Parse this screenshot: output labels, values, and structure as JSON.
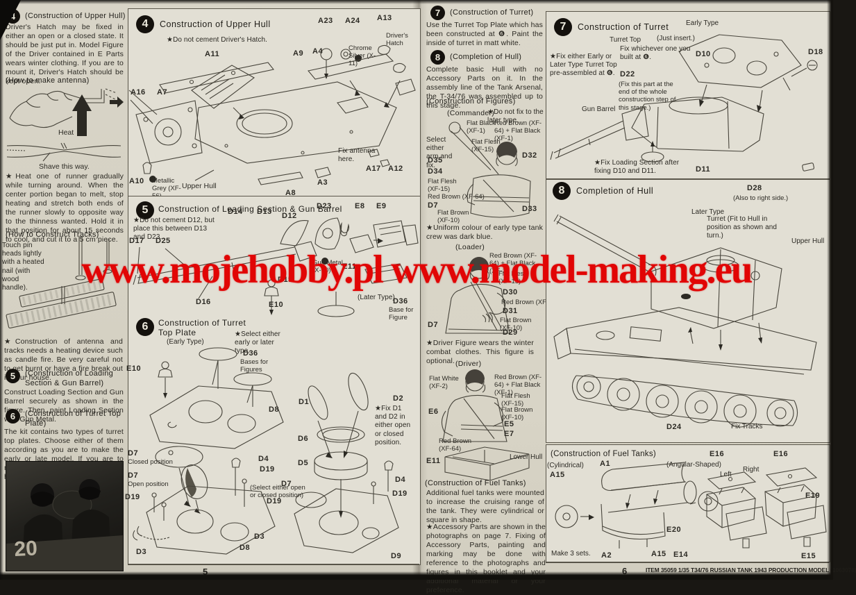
{
  "watermark": {
    "text": "www.mojehobby.pl www.model-making.eu",
    "color": "#e10505"
  },
  "footer": {
    "left_page_number": "5",
    "right_page_number": "6",
    "item_line": "ITEM 35059  1/35 T34/76 RUSSIAN TANK 1943 PRODUCTION MODEL (1063078)"
  },
  "left": {
    "col": {
      "s4_num": "4",
      "s4_title": "(Construction of Upper Hull)",
      "s4_body": "Driver's Hatch may be fixed in either an open or a closed state. It should be just put in.  Model Figure of the Driver contained in E Parts wears winter clothing.  If you are to mount it, Driver's Hatch should be kept open.",
      "antenna_heading": "(How to make antenna)",
      "heat_label": "Heat",
      "shave_label": "Shave this way.",
      "heat_note": "★Heat one of runner gradually while turning around.  When the center portion began to melt, stop heating and stretch both ends of the runner slowly to opposite way to the thinness wanted. Hold it in that position for about 15 seconds to cool, and cut it to a 5 cm piece.",
      "tracks_heading": "(How to Construct Tracks)",
      "pin_note": "Touch pin heads lightly with a heated nail (with wood handle).",
      "fire_note": "★Construction of antenna and tracks needs a heating device such as candle fire.  Be very careful not to get burnt or have a fire break out in your house.",
      "s5_num": "5",
      "s5_title": "(Construction of Loading Section & Gun Barrel)",
      "s5_body": "Construct Loading Section and Gun Barrel securely as shown in the figure. Then, paint Loading Section with Gun Metal.",
      "s6_num": "6",
      "s6_title": "(Construction of Turret Top Plate)",
      "s6_body": "The kit contains two types of turret top plates.  Choose either of them according as you are to make the early or late model.  If you are to mount Model Figures, be sure to fix hatches in an open state.",
      "photo_marking": "20"
    },
    "s4": {
      "num": "4",
      "title": "Construction of Upper Hull",
      "note": "★Do not cement Driver's Hatch.",
      "a23": "A23",
      "a24": "A24",
      "a13": "A13",
      "hatch": "Driver's Hatch",
      "a11": "A11",
      "a4": "A4",
      "a9": "A9",
      "a16": "A16",
      "a7": "A7",
      "chrome": "Chrome Silver (X-11)",
      "a10": "A10",
      "grey": "Metallic Grey (XF-56)",
      "upper_hull": "Upper Hull",
      "fix_antenna": "Fix antenna here.",
      "a17": "A17",
      "a12": "A12",
      "a3": "A3",
      "a8": "A8"
    },
    "s5": {
      "num": "5",
      "title": "Construction of Loading Section & Gun Barrel",
      "note": "★Do not cement D12, but place this between D13 and D23.",
      "d14": "D14",
      "d13": "D13",
      "d12": "D12",
      "d23": "D23",
      "e8": "E8",
      "e9": "E9",
      "d17": "D17",
      "d25": "D25",
      "d16": "D16",
      "d15": "D15",
      "gunmetal": "Gun Metal (X-10)",
      "e11": "E11",
      "later_type": "(Later Type)",
      "d36": "D36",
      "d36_sub": "Base for Figure",
      "e10": "E10"
    },
    "s6": {
      "num": "6",
      "title": "Construction of Turret Top Plate",
      "early_type": "(Early Type)",
      "select_note": "★Select either early or later type.",
      "e10": "E10",
      "d36": "D36",
      "d36_sub": "Bases for Figures",
      "d8a": "D8",
      "d7_closed": "D7",
      "d7_closed_sub": "Closed position",
      "d7_open": "D7",
      "d7_open_sub": "Open position",
      "d19a": "D19",
      "d4a": "D4",
      "d19b": "D19",
      "d3a": "D3",
      "d3b": "D3",
      "d8b": "D8",
      "select_open": "(Select either open or closed position)",
      "d19c": "D19",
      "d1": "D1",
      "d2": "D2",
      "fix_note": "★Fix D1 and D2 in either open or closed position.",
      "d6": "D6",
      "d5": "D5",
      "d7c": "D7",
      "d4b": "D4",
      "d19d": "D19",
      "d9": "D9"
    }
  },
  "right": {
    "col": {
      "s7_num": "7",
      "s7_title": "(Construction of Turret)",
      "s7_body": "Use the Turret Top Plate which has been constructed at ❻.  Paint the inside of turret in matt white.",
      "s8_num": "8",
      "s8_title": "(Completion of Hull)",
      "s8_body": "Complete basic Hull with no Accessory Parts on it.  In the assembly line of the Tank Arsenal, the T-34/76 was assembled up to this stage.",
      "figures_heading": "(Construction of Figures)",
      "commander_heading": "(Commander)",
      "commander_note": "★Do not fix to the later type.",
      "flat_black": "Flat Black (XF-1)",
      "red_brown_flat_black": "Red Brown (XF-64) + Flat Black (XF-1)",
      "select_arm": "Select either arm and fix.",
      "flat_flesh": "Flat Flesh (XF-15)",
      "d35": "D35",
      "d34": "D34",
      "d32": "D32",
      "flat_flesh2": "Flat Flesh (XF-15)",
      "red_brown": "Red Brown (XF-64)",
      "d7a": "D7",
      "flat_brown": "Flat Brown (XF-10)",
      "d33": "D33",
      "uniform_note": "★Uniform colour of early type tank crew was dark blue.",
      "loader_heading": "(Loader)",
      "l_red_brown_black": "Red Brown (XF-64) + Flat Black (XF-1)",
      "l_flat_flesh": "Flat Flesh (XF-15)",
      "d30": "D30",
      "l_red_brown": "Red Brown (XF-64)",
      "d31": "D31",
      "l_flat_brown": "Flat Brown (XF-10)",
      "d29": "D29",
      "d7b": "D7",
      "driver_note": "★Driver Figure wears the winter combat clothes.  This figure is optional.",
      "driver_heading": "(Driver)",
      "flat_white": "Flat White (XF-2)",
      "dr_red_brown_black": "Red Brown (XF-64) + Flat Black (XF-1)",
      "dr_flat_flesh": "Flat Flesh (XF-15)",
      "dr_flat_brown": "Flat Brown (XF-10)",
      "e6": "E6",
      "e5": "E5",
      "e7": "E7",
      "dr_red_brown": "Red Brown (XF-64)",
      "e11": "E11",
      "lower_hull": "Lower Hull",
      "fuel_heading": "(Construction of Fuel Tanks)",
      "fuel_body": "Additional fuel tanks were mounted to increase the cruising range of the tank.  They were cylindrical or square in shape.",
      "accessory_note": "★Accessory Parts are shown in the photographs on page 7.  Fixing of Accessory Parts, painting and marking may be done with reference to the photographs and figures in this booklet and your additional material or your preference."
    },
    "s7": {
      "num": "7",
      "title": "Construction of Turret",
      "early_type": "Early Type",
      "turret_top": "Turret Top",
      "just_insert": "(Just insert.)",
      "fix_whichever": "Fix whichever one you built at ❻.",
      "d10": "D10",
      "pre_note": "★Fix either Early or Later Type Turret Top pre-assembled at ❻.",
      "d22": "D22",
      "d22_note": "(Fix this part at the end of the whole construction step of this stage.)",
      "d18": "D18",
      "gun_barrel": "Gun Barrel",
      "d11": "D11",
      "loading_note": "★Fix Loading Section after fixing D10 and D11.",
      "d28": "D28",
      "d28_sub": "(Also to right side.)"
    },
    "s8": {
      "num": "8",
      "title": "Completion of Hull",
      "later_type": "Later Type",
      "turret_note": "Turret (Fit to Hull in position as shown and turn.)",
      "upper_hull": "Upper Hull",
      "d24": "D24",
      "fix_tracks": "Fix Tracks"
    },
    "fuel": {
      "heading": "(Construction of Fuel Tanks)",
      "cylindrical": "(Cylindrical)",
      "a15a": "A15",
      "a1": "A1",
      "a2": "A2",
      "a15b": "A15",
      "make_sets": "Make 3 sets.",
      "angular": "(Angular-Shaped)",
      "left_lbl": "Left",
      "right_lbl": "Right",
      "e16a": "E16",
      "e16b": "E16",
      "e20": "E20",
      "e14": "E14",
      "e19": "E19",
      "e15": "E15"
    }
  }
}
